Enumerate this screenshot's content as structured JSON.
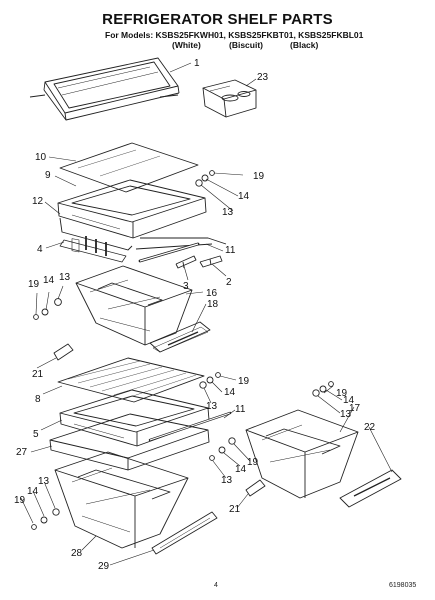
{
  "header": {
    "title": "REFRIGERATOR SHELF PARTS",
    "models_line": "For Models: KSBS25FKWH01, KSBS25FKBT01, KSBS25FKBL01",
    "colors": [
      "(White)",
      "(Biscuit)",
      "(Black)"
    ]
  },
  "callouts": [
    "1",
    "23",
    "10",
    "9",
    "19",
    "14",
    "13",
    "12",
    "4",
    "11",
    "3",
    "2",
    "19",
    "14",
    "13",
    "16",
    "18",
    "21",
    "8",
    "19",
    "14",
    "13",
    "11",
    "5",
    "27",
    "19",
    "14",
    "13",
    "17",
    "22",
    "19",
    "14",
    "13",
    "13",
    "14",
    "19",
    "21",
    "28",
    "29"
  ],
  "footer": {
    "page_number": "4",
    "doc_number": "6198035"
  }
}
